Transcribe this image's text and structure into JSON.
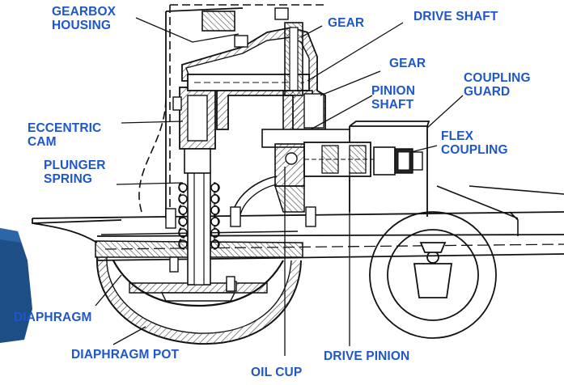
{
  "diagram": {
    "labels": {
      "gearbox_housing": [
        "GEARBOX",
        "HOUSING"
      ],
      "gear_top": "GEAR",
      "drive_shaft": "DRIVE SHAFT",
      "gear_mid": "GEAR",
      "pinion_shaft": [
        "PINION",
        "SHAFT"
      ],
      "coupling_guard": [
        "COUPLING",
        "GUARD"
      ],
      "eccentric_cam": [
        "ECCENTRIC",
        "CAM"
      ],
      "flex_coupling": [
        "FLEX",
        "COUPLING"
      ],
      "plunger_spring": [
        "PLUNGER",
        "SPRING"
      ],
      "diaphragm": "DIAPHRAGM",
      "diaphragm_pot": "DIAPHRAGM POT",
      "drive_pinion": "DRIVE PINION",
      "oil_cup": "OIL CUP"
    },
    "colors": {
      "label": "#1f57c9",
      "line": "#111111",
      "hatch": "#444444",
      "blue_object": "#1d4f86"
    }
  }
}
